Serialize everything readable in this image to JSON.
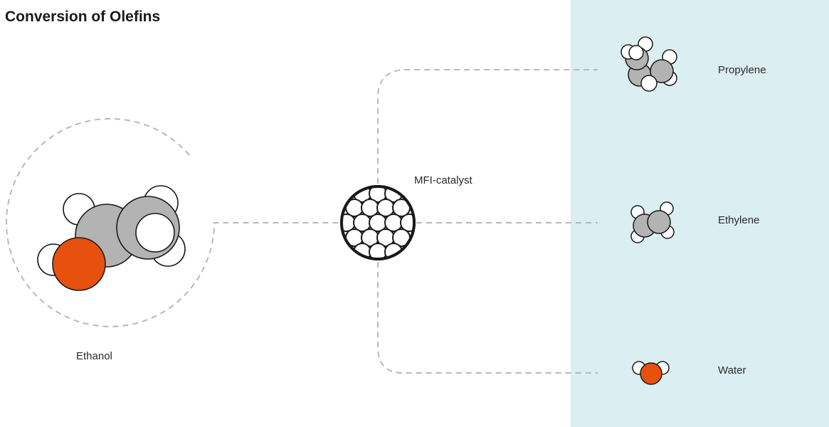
{
  "title": "Conversion of Olefins",
  "colors": {
    "panel": "#dbeef2",
    "carbon": "#b3b3b4",
    "oxygen": "#e8500d",
    "hydrogen": "#ffffff",
    "outline": "#1a1a1a",
    "connector": "#b8b8b8"
  },
  "reactant": {
    "label": "Ethanol"
  },
  "catalyst": {
    "label": "MFI-catalyst"
  },
  "products": [
    {
      "label": "Propylene"
    },
    {
      "label": "Ethylene"
    },
    {
      "label": "Water"
    }
  ]
}
